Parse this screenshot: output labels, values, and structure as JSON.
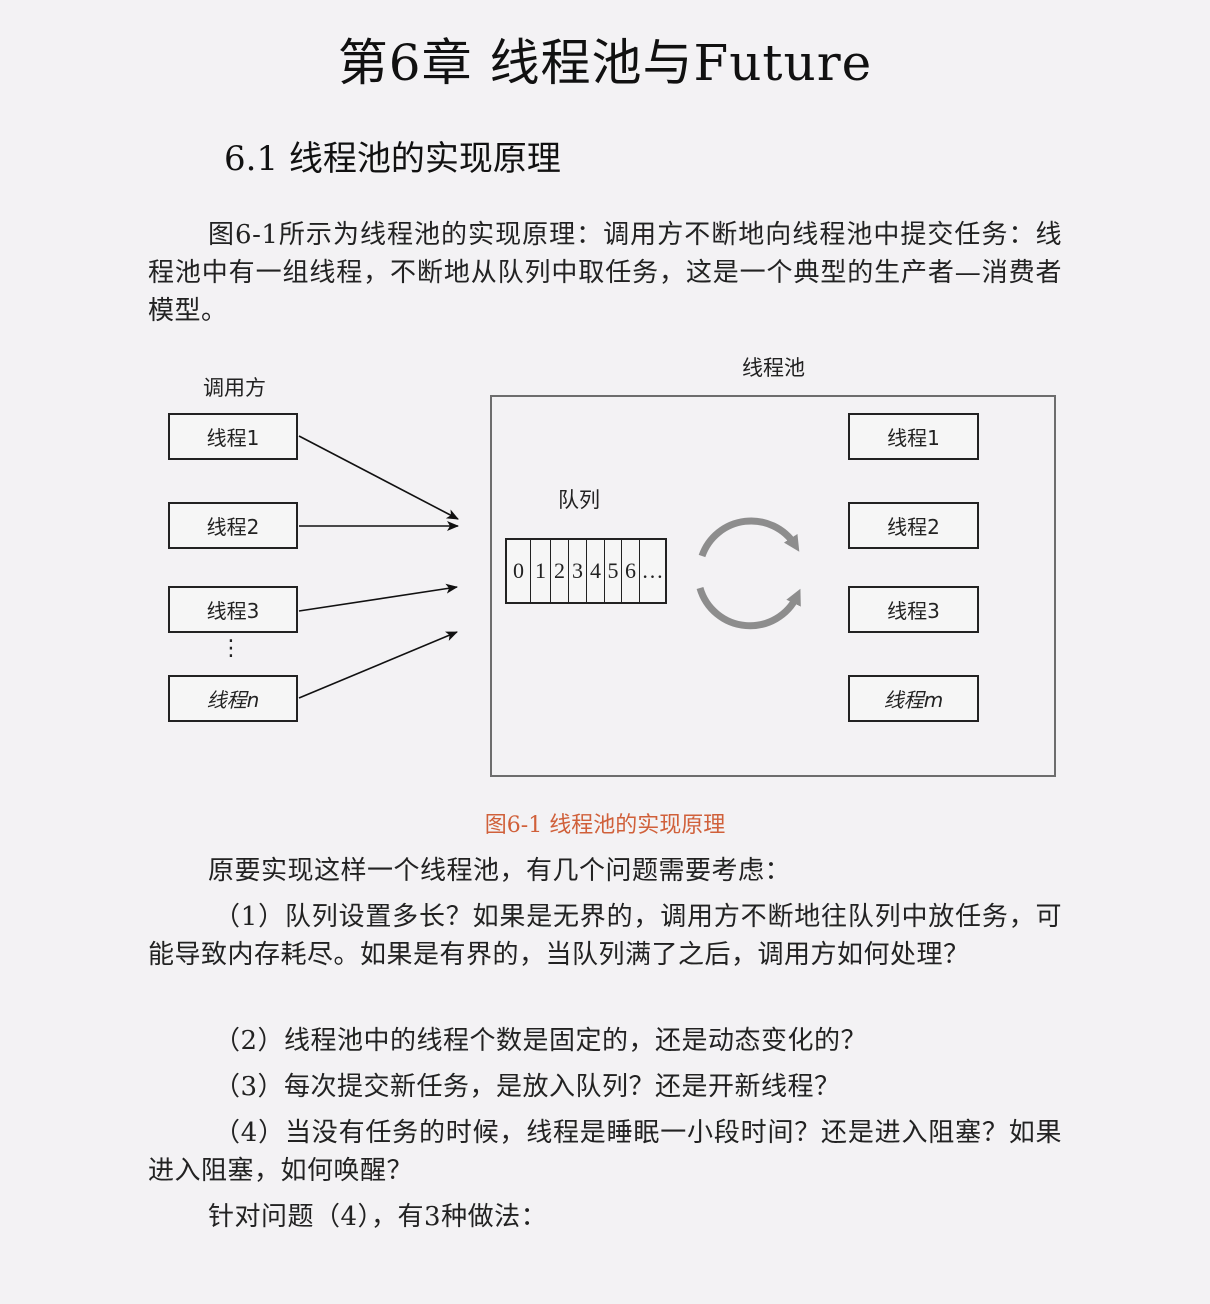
{
  "chapter": {
    "title": "第6章  线程池与Future"
  },
  "section": {
    "title": "6.1  线程池的实现原理"
  },
  "intro_paragraph": "图6-1所示为线程池的实现原理：调用方不断地向线程池中提交任务：线程池中有一组线程，不断地从队列中取任务，这是一个典型的生产者—消费者模型。",
  "figure": {
    "caller_label": "调用方",
    "pool_label": "线程池",
    "queue_label": "队列",
    "caller_threads": [
      "线程1",
      "线程2",
      "线程3",
      "线程n"
    ],
    "ellipsis": "⋮",
    "queue_cells": [
      "0",
      "1",
      "2",
      "3",
      "4",
      "5",
      "6",
      "…"
    ],
    "pool_threads": [
      "线程1",
      "线程2",
      "线程3",
      "线程m"
    ],
    "caption": "图6-1  线程池的实现原理",
    "caption_color": "#d0603a"
  },
  "body": {
    "lead": "原要实现这样一个线程池，有几个问题需要考虑：",
    "questions": [
      "（1）队列设置多长？如果是无界的，调用方不断地往队列中放任务，可能导致内存耗尽。如果是有界的，当队列满了之后，调用方如何处理？",
      "（2）线程池中的线程个数是固定的，还是动态变化的？",
      "（3）每次提交新任务，是放入队列？还是开新线程？",
      "（4）当没有任务的时候，线程是睡眠一小段时间？还是进入阻塞？如果进入阻塞，如何唤醒？"
    ],
    "closing": "针对问题（4），有3种做法："
  }
}
